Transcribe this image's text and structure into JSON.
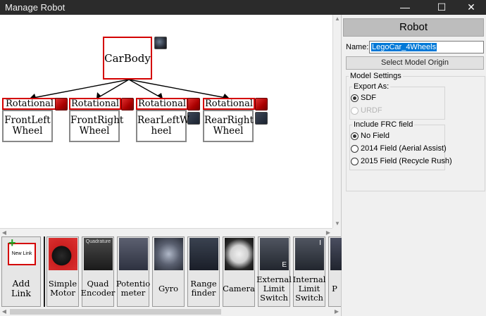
{
  "window": {
    "title": "Manage Robot",
    "minimize_glyph": "—",
    "maximize_glyph": "☐",
    "close_glyph": "✕"
  },
  "robot_tree": {
    "root": {
      "label_lines": [
        "CarBody"
      ],
      "icon": "wheel-icon"
    },
    "children": [
      {
        "joint": "Rotational",
        "label_lines": [
          "FrontLeft",
          "Wheel"
        ],
        "joint_icon": "motor-icon"
      },
      {
        "joint": "Rotational",
        "label_lines": [
          "FrontRight",
          "Wheel"
        ],
        "joint_icon": "motor-icon"
      },
      {
        "joint": "Rotational",
        "label_lines": [
          "RearLeftW",
          "heel"
        ],
        "joint_icon": "motor-icon",
        "extra_icon": "range-finder-icon"
      },
      {
        "joint": "Rotational",
        "label_lines": [
          "RearRight",
          "Wheel"
        ],
        "joint_icon": "motor-icon",
        "extra_icon": "range-finder-icon"
      }
    ]
  },
  "panel": {
    "header": "Robot",
    "name_label": "Name:",
    "name_value": "LegoCar_4Wheels",
    "select_origin_label": "Select Model Origin",
    "model_settings_legend": "Model Settings",
    "export_as_legend": "Export As:",
    "export_options": [
      {
        "label": "SDF",
        "selected": true,
        "enabled": true
      },
      {
        "label": "URDF",
        "selected": false,
        "enabled": false
      }
    ],
    "frc_field_legend": "Include FRC field",
    "frc_options": [
      {
        "label": "No Field",
        "selected": true
      },
      {
        "label": "2014 Field (Aerial Assist)",
        "selected": false
      },
      {
        "label": "2015 Field (Recycle Rush)",
        "selected": false
      }
    ]
  },
  "toolbar": {
    "add_link_card": "New Link",
    "add_link_lines": [
      "Add",
      "Link"
    ],
    "components": [
      {
        "name": "simple-motor",
        "lines": [
          "Simple",
          "Motor"
        ],
        "icon": "motor"
      },
      {
        "name": "quad-encoder",
        "lines": [
          "Quad",
          "Encoder"
        ],
        "icon": "encoder",
        "thumb_text": "Quadrature"
      },
      {
        "name": "potentiometer",
        "lines": [
          "Potentio",
          "meter"
        ],
        "icon": "pot"
      },
      {
        "name": "gyro",
        "lines": [
          "Gyro"
        ],
        "icon": "gyro"
      },
      {
        "name": "range-finder",
        "lines": [
          "Range",
          "finder"
        ],
        "icon": "range"
      },
      {
        "name": "camera",
        "lines": [
          "Camera"
        ],
        "icon": "camera"
      },
      {
        "name": "external-limit-switch",
        "lines": [
          "External",
          "Limit",
          "Switch"
        ],
        "icon": "limit",
        "thumb_text": "E"
      },
      {
        "name": "internal-limit-switch",
        "lines": [
          "Internal",
          "Limit",
          "Switch"
        ],
        "icon": "limit",
        "thumb_text": "I"
      },
      {
        "name": "partial-component",
        "lines": [
          "P"
        ],
        "icon": "partial"
      }
    ]
  },
  "colors": {
    "link_border": "#d40000",
    "selection": "#0078d7",
    "title_bar": "#2b2b2b"
  }
}
